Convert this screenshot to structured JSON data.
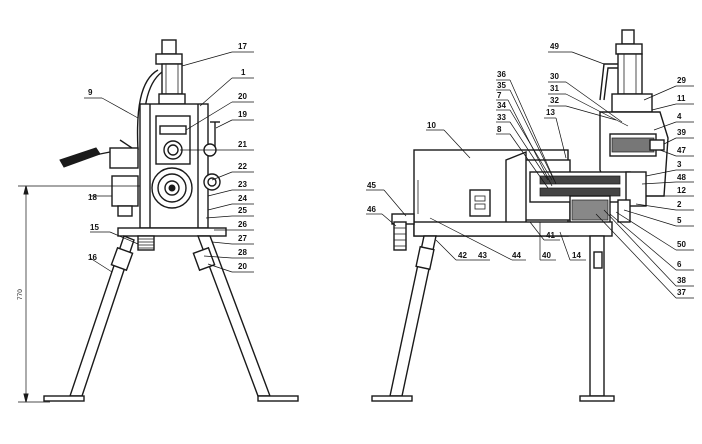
{
  "front_view_labels": [
    "17",
    "1",
    "9",
    "20",
    "19",
    "21",
    "22",
    "18",
    "23",
    "24",
    "25",
    "26",
    "15",
    "27",
    "28",
    "20",
    "16"
  ],
  "side_view_labels": [
    "49",
    "29",
    "36",
    "30",
    "35",
    "31",
    "7",
    "32",
    "11",
    "34",
    "4",
    "13",
    "33",
    "39",
    "8",
    "10",
    "47",
    "3",
    "48",
    "12",
    "45",
    "2",
    "46",
    "41",
    "5",
    "50",
    "42",
    "43",
    "44",
    "40",
    "14",
    "6",
    "38",
    "37"
  ],
  "dimension_label": "770"
}
